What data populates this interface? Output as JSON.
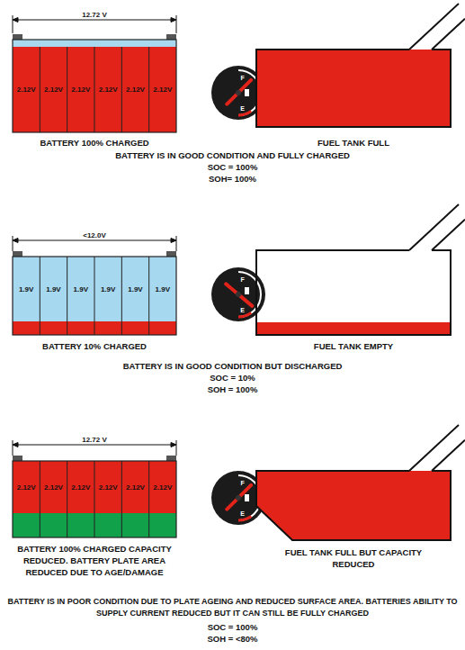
{
  "diagram": {
    "nodes": [
      {
        "text": [
          "2.12V"
        ]
      },
      {
        "text": [
          "2.12V"
        ]
      },
      {
        "text": [
          "2.12V"
        ]
      },
      {
        "text": [
          "2.12V"
        ]
      },
      {
        "text": [
          "2.12V"
        ]
      },
      {
        "text": [
          "2.12V"
        ]
      },
      {
        "text": [
          "1.9V"
        ]
      },
      {
        "text": [
          "1.9V"
        ]
      },
      {
        "text": [
          "1.9V"
        ]
      },
      {
        "text": [
          "1.9V"
        ]
      },
      {
        "text": [
          "1.9V"
        ]
      },
      {
        "text": [
          "1.9V"
        ]
      },
      {
        "text": [
          "2.12V"
        ]
      },
      {
        "text": [
          "2.12V"
        ]
      },
      {
        "text": [
          "2.12V"
        ]
      },
      {
        "text": [
          "2.12V"
        ]
      },
      {
        "text": [
          "2.12V"
        ]
      },
      {
        "text": [
          "2.12V"
        ]
      }
    ],
    "labels": [
      "12.72 V",
      "F",
      "E",
      "BATTERY 100% CHARGED",
      "FUEL TANK FULL",
      "BATTERY IS IN GOOD CONDITION AND FULLY CHARGED",
      "SOC = 100%",
      "SOH= 100%",
      "<12.0V",
      "F",
      "E",
      "BATTERY 10% CHARGED",
      "FUEL TANK EMPTY",
      "BATTERY IS IN GOOD CONDITION BUT DISCHARGED",
      "SOC = 10%",
      "SOH = 100%",
      "12.72 V",
      "F",
      "E",
      "BATTERY 100% CHARGED CAPACITY REDUCED. BATTERY PLATE AREA REDUCED DUE TO AGE/DAMAGE",
      "FUEL TANK FULL BUT CAPACITY REDUCED",
      "BATTERY IS IN POOR CONDITION DUE TO PLATE AGEING AND REDUCED SURFACE AREA. BATTERIES ABILITY TO SUPPLY CURRENT REDUCED BUT IT CAN STILL BE FULLY CHARGED",
      "SOC = 100%",
      "SOH = <80%"
    ]
  }
}
